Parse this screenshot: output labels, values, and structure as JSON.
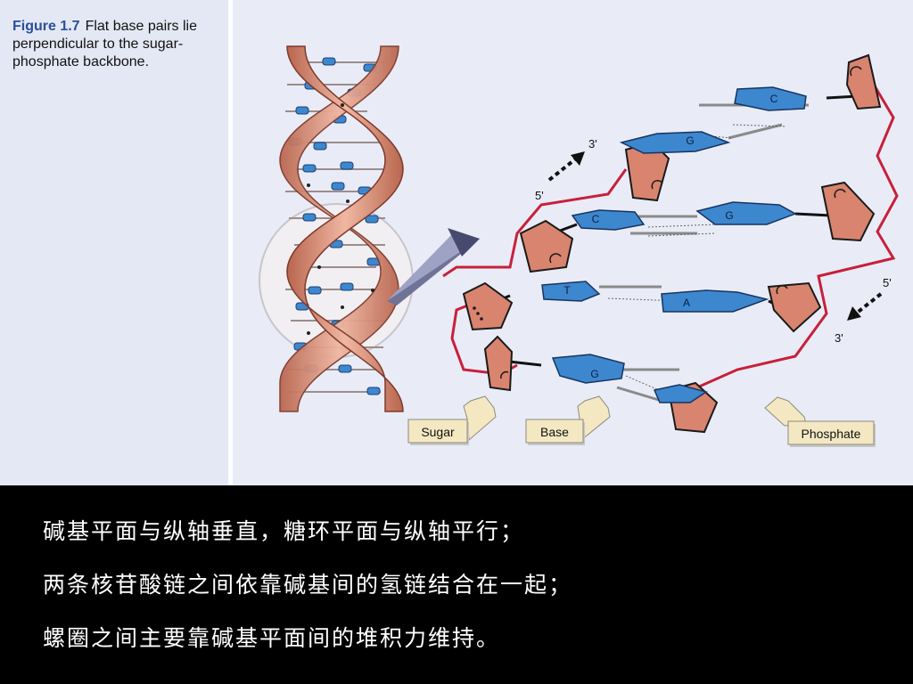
{
  "caption": {
    "figure_label": "Figure 1.7",
    "text": "Flat base pairs lie perpendicular to the sugar-phosphate backbone."
  },
  "diagram": {
    "left_strand": {
      "end_top": "3'",
      "end_bottom": "5'"
    },
    "right_strand": {
      "end_top": "5'",
      "end_bottom": "3'"
    },
    "base_pairs": [
      {
        "left": "G",
        "right": "C"
      },
      {
        "left": "C",
        "right": "G"
      },
      {
        "left": "T",
        "right": "A"
      },
      {
        "left": "G",
        "right": ""
      }
    ],
    "callouts": {
      "sugar": "Sugar",
      "base": "Base",
      "phosphate": "Phosphate"
    }
  },
  "notes": [
    "碱基平面与纵轴垂直，糖环平面与纵轴平行；",
    "两条核苷酸链之间依靠碱基间的氢链结合在一起；",
    "螺圈之间主要靠碱基平面间的堆积力维持。"
  ],
  "colors": {
    "background": "#e9ecf7",
    "base_blue": "#3d87cf",
    "sugar_salmon": "#d9846e",
    "backbone_red": "#c8203a",
    "callout_fill": "#f4e8c2",
    "caption_label": "#2a4f9c"
  }
}
